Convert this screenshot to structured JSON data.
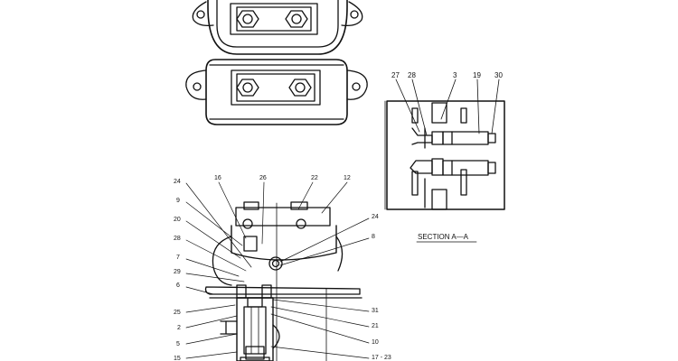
{
  "drawing": {
    "section_title": "SECTION  A—A",
    "section_callouts": [
      "27",
      "28",
      "3",
      "19",
      "30"
    ],
    "left_callouts": [
      "24",
      "9",
      "20",
      "28",
      "7",
      "29",
      "6",
      "25",
      "2",
      "5",
      "15"
    ],
    "top_callouts": [
      "16",
      "26",
      "22",
      "12"
    ],
    "right_callouts": [
      "24",
      "8",
      "31",
      "21",
      "10",
      "17 - 23"
    ]
  }
}
